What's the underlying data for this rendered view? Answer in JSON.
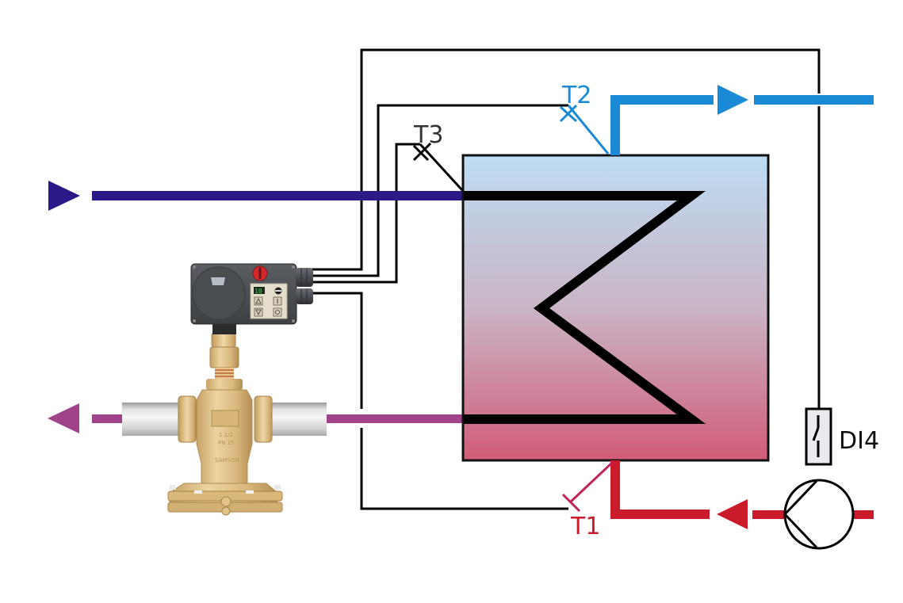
{
  "title": "Heat exchanger control schematic",
  "colors": {
    "primary_supply": "#2d1887",
    "primary_return": "#a0438a",
    "secondary_supply": "#1b8ad6",
    "secondary_return": "#c91b2a",
    "sensor_t1": "#c0245c",
    "sensor_t2": "#1b8ad6",
    "sensor_t3": "#111111",
    "wire": "#000000",
    "exchanger_top": "#bddcf3",
    "exchanger_bottom": "#d15c78"
  },
  "sensors": {
    "t1": {
      "label": "T1"
    },
    "t2": {
      "label": "T2"
    },
    "t3": {
      "label": "T3"
    }
  },
  "digital_input": {
    "label": "DI4"
  },
  "controller": {
    "display_value": "10",
    "buttons": [
      "up",
      "info",
      "down",
      "power"
    ]
  },
  "valve": {
    "body_marking_size": "1 1/2",
    "body_marking_pressure": "PN 25",
    "brand": "SAMSON"
  }
}
